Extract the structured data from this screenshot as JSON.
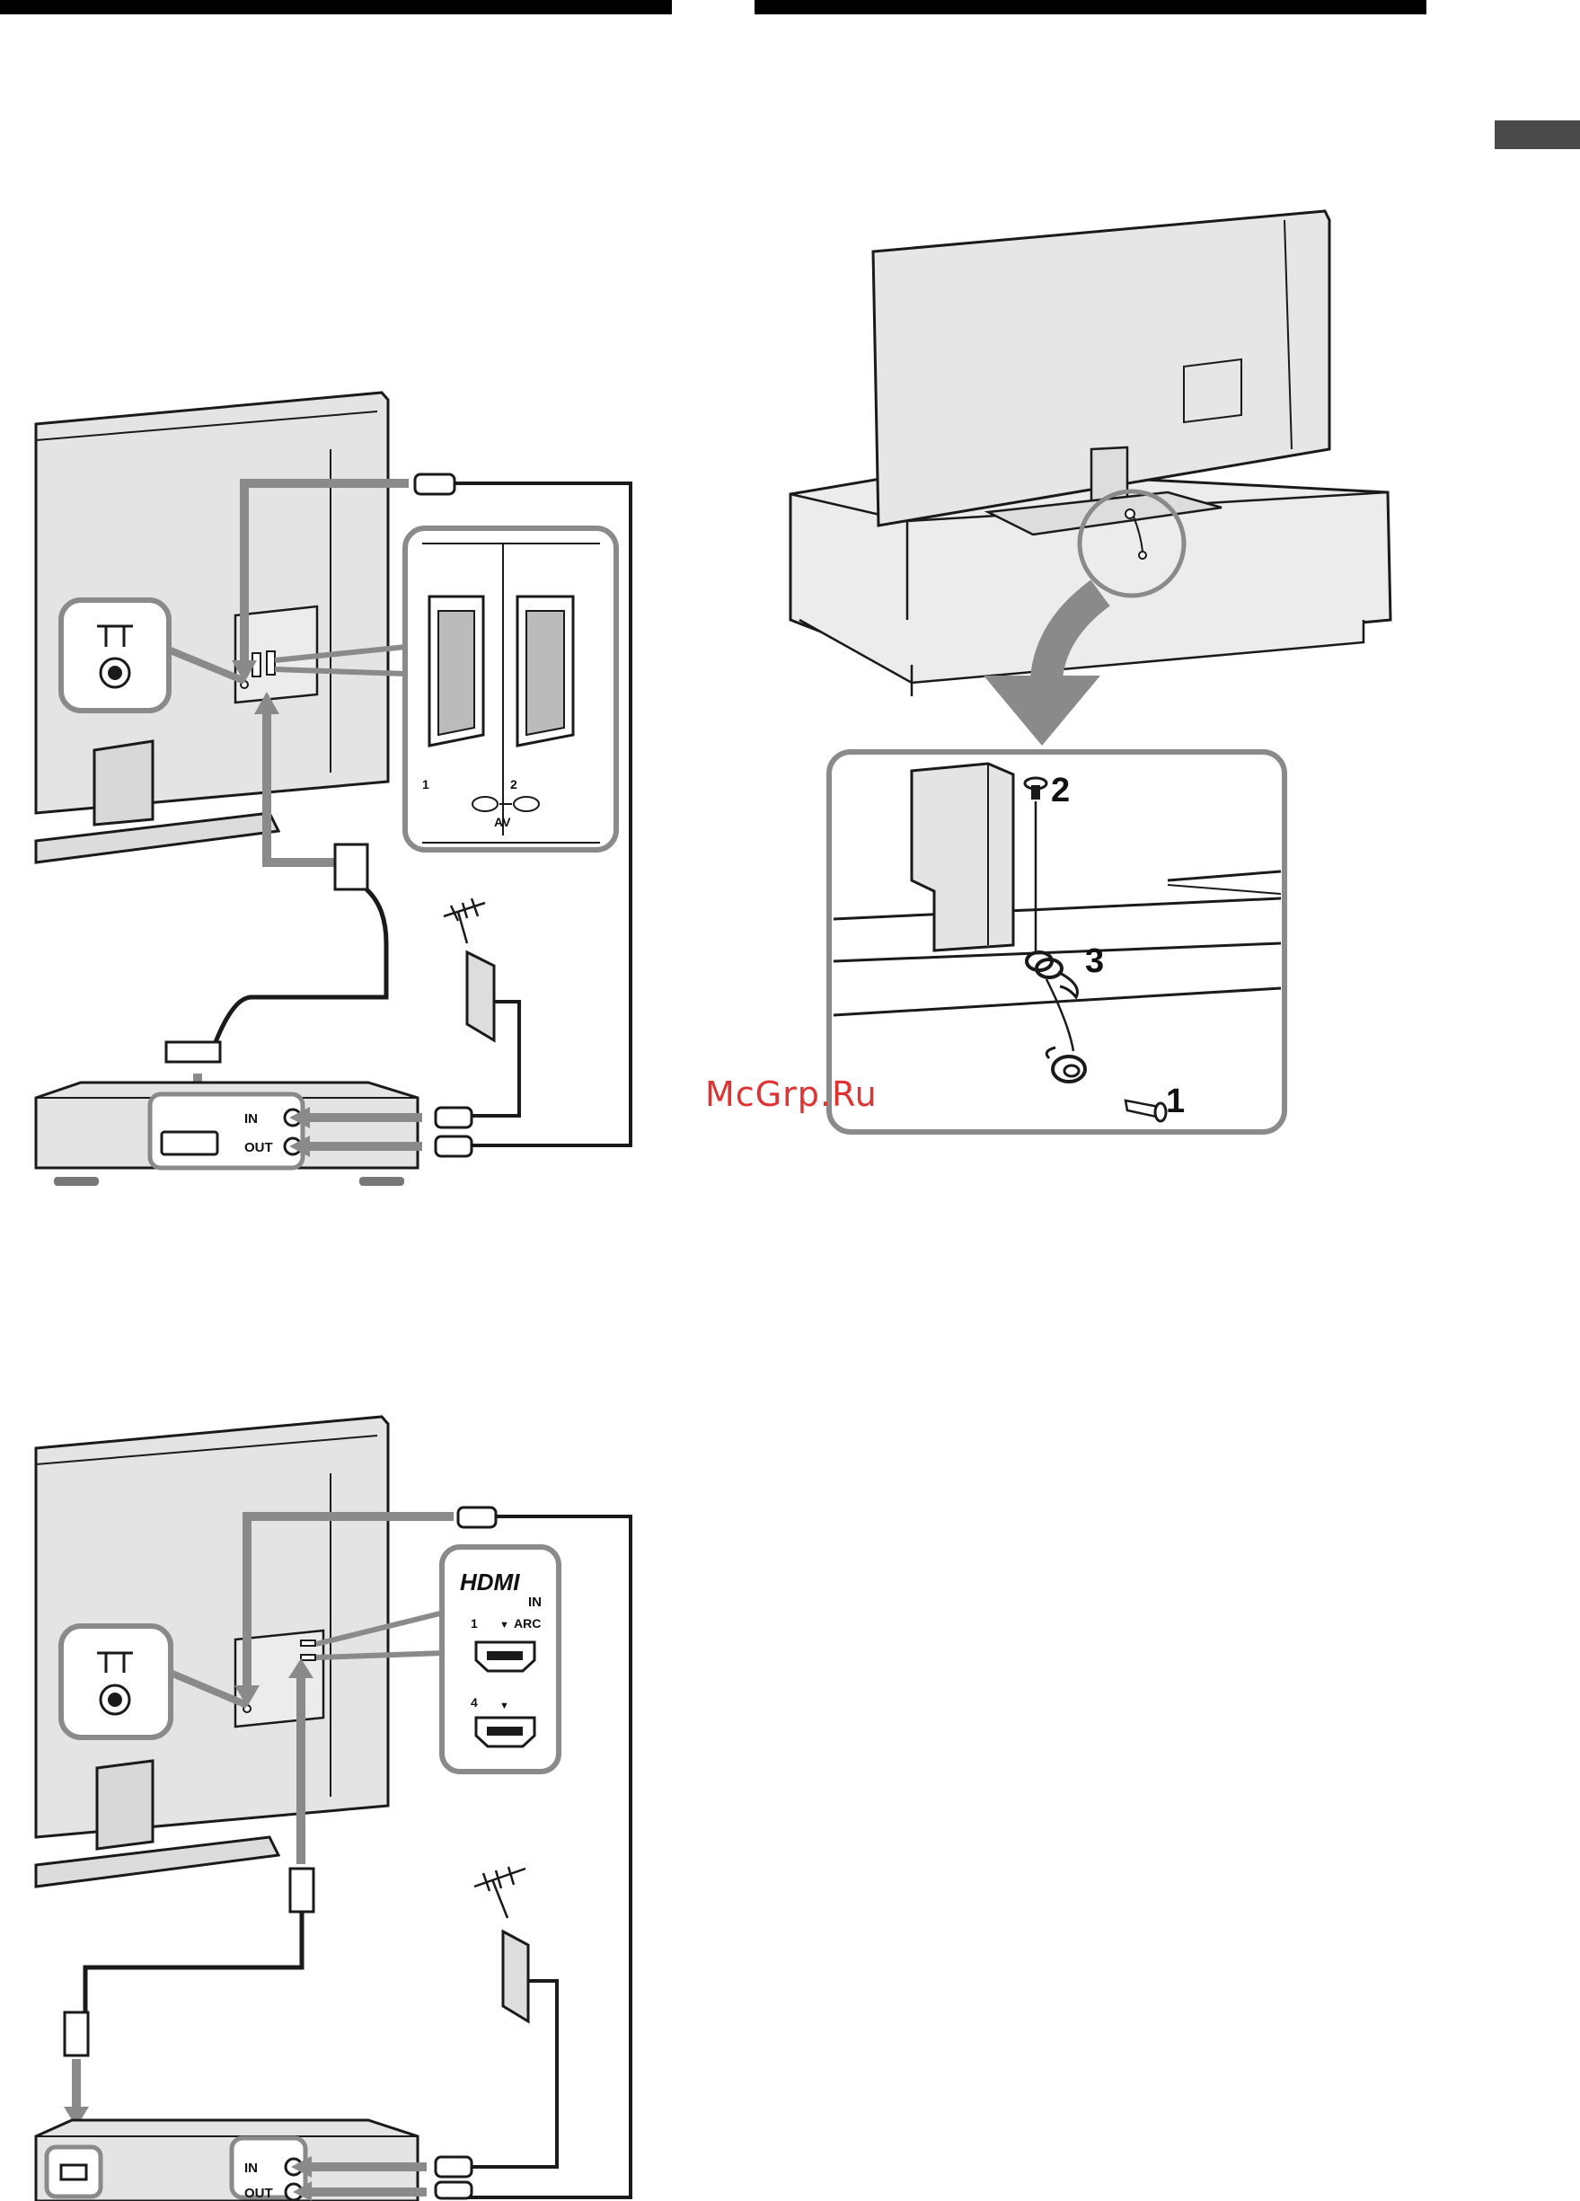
{
  "watermark": "McGrp.Ru",
  "scart_panel": {
    "port1_label": "1",
    "port2_label": "2",
    "group_label": "AV"
  },
  "recorder": {
    "in_label": "IN",
    "out_label": "OUT"
  },
  "hdmi_panel": {
    "logo": "HDMI",
    "in_label": "IN",
    "port1_label": "1",
    "arc_label": "ARC",
    "port4_label": "4"
  },
  "strap_steps": {
    "step1": "1",
    "step2": "2",
    "step3": "3"
  },
  "colors": {
    "cable_gray": "#8a8a8a",
    "outline": "#1a1a1a",
    "panel_fill": "#e6e6e6",
    "callout_border": "#8c8c8c",
    "watermark": "#d33333"
  }
}
